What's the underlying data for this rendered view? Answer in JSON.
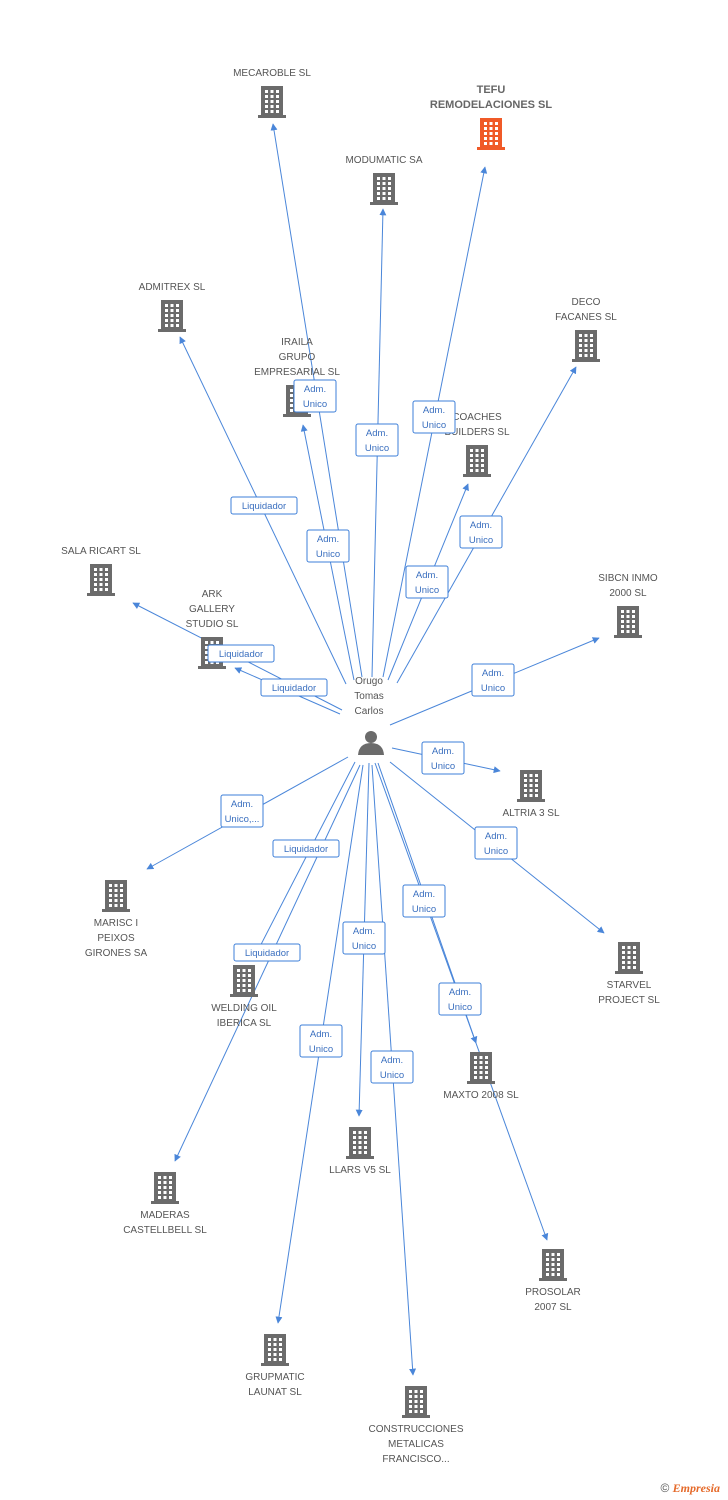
{
  "person": {
    "name_lines": [
      "Orugo",
      "Tomas",
      "Carlos"
    ],
    "icon": "person-icon"
  },
  "colors": {
    "edge": "#4a86d9",
    "node": "#6b6b6b",
    "highlight": "#f05a28",
    "label_border": "#3e7fd8",
    "label_text": "#3a6fbf"
  },
  "companies": [
    {
      "id": "mecaroble",
      "lines": [
        "MECAROBLE SL"
      ]
    },
    {
      "id": "tefu",
      "lines": [
        "TEFU",
        "REMODELACIONES SL"
      ],
      "highlight": true
    },
    {
      "id": "modumatic",
      "lines": [
        "MODUMATIC SA"
      ]
    },
    {
      "id": "admitrex",
      "lines": [
        "ADMITREX SL"
      ]
    },
    {
      "id": "deco",
      "lines": [
        "DECO",
        "FACANES SL"
      ]
    },
    {
      "id": "iraila",
      "lines": [
        "IRAILA",
        "GRUPO",
        "EMPRESARIAL SL"
      ]
    },
    {
      "id": "coaches",
      "lines": [
        "COACHES",
        "BUILDERS SL"
      ]
    },
    {
      "id": "sala",
      "lines": [
        "SALA RICART SL"
      ]
    },
    {
      "id": "ark",
      "lines": [
        "ARK",
        "GALLERY",
        "STUDIO SL"
      ]
    },
    {
      "id": "sibcn",
      "lines": [
        "SIBCN INMO",
        "2000 SL"
      ]
    },
    {
      "id": "altria",
      "lines": [
        "ALTRIA 3 SL"
      ]
    },
    {
      "id": "marisc",
      "lines": [
        "MARISC I",
        "PEIXOS",
        "GIRONES SA"
      ]
    },
    {
      "id": "starvel",
      "lines": [
        "STARVEL",
        "PROJECT SL"
      ]
    },
    {
      "id": "welding",
      "lines": [
        "WELDING OIL",
        "IBERICA SL"
      ]
    },
    {
      "id": "maxto",
      "lines": [
        "MAXTO 2008 SL"
      ]
    },
    {
      "id": "llars",
      "lines": [
        "LLARS V5 SL"
      ]
    },
    {
      "id": "maderas",
      "lines": [
        "MADERAS",
        "CASTELLBELL SL"
      ]
    },
    {
      "id": "prosolar",
      "lines": [
        "PROSOLAR",
        "2007 SL"
      ]
    },
    {
      "id": "grupmatic",
      "lines": [
        "GRUPMATIC",
        "LAUNAT SL"
      ]
    },
    {
      "id": "construcciones",
      "lines": [
        "CONSTRUCCIONES",
        "METALICAS",
        "FRANCISCO..."
      ]
    }
  ],
  "relations": [
    {
      "target": "mecaroble",
      "lines": [
        "Adm.",
        "Unico"
      ]
    },
    {
      "target": "tefu",
      "lines": [
        "Adm.",
        "Unico"
      ]
    },
    {
      "target": "modumatic",
      "lines": [
        "Adm.",
        "Unico"
      ]
    },
    {
      "target": "admitrex",
      "lines": [
        "Liquidador"
      ]
    },
    {
      "target": "deco",
      "lines": [
        "Adm.",
        "Unico"
      ]
    },
    {
      "target": "iraila",
      "lines": [
        "Adm.",
        "Unico"
      ]
    },
    {
      "target": "coaches",
      "lines": [
        "Adm.",
        "Unico"
      ]
    },
    {
      "target": "sala",
      "lines": [
        "Liquidador"
      ]
    },
    {
      "target": "ark",
      "lines": [
        "Liquidador"
      ]
    },
    {
      "target": "sibcn",
      "lines": [
        "Adm.",
        "Unico"
      ]
    },
    {
      "target": "altria",
      "lines": [
        "Adm.",
        "Unico"
      ]
    },
    {
      "target": "marisc",
      "lines": [
        "Adm.",
        "Unico,..."
      ]
    },
    {
      "target": "starvel",
      "lines": [
        "Adm.",
        "Unico"
      ]
    },
    {
      "target": "welding",
      "lines": [
        "Liquidador"
      ]
    },
    {
      "target": "maxto",
      "lines": [
        "Adm.",
        "Unico"
      ]
    },
    {
      "target": "llars",
      "lines": [
        "Adm.",
        "Unico"
      ]
    },
    {
      "target": "maderas",
      "lines": [
        "Liquidador"
      ]
    },
    {
      "target": "prosolar",
      "lines": [
        "Adm.",
        "Unico"
      ]
    },
    {
      "target": "grupmatic",
      "lines": [
        "Adm.",
        "Unico"
      ]
    },
    {
      "target": "construcciones",
      "lines": [
        "Adm.",
        "Unico"
      ]
    }
  ],
  "footer": {
    "copyright": "©",
    "brand": "Empresia"
  }
}
